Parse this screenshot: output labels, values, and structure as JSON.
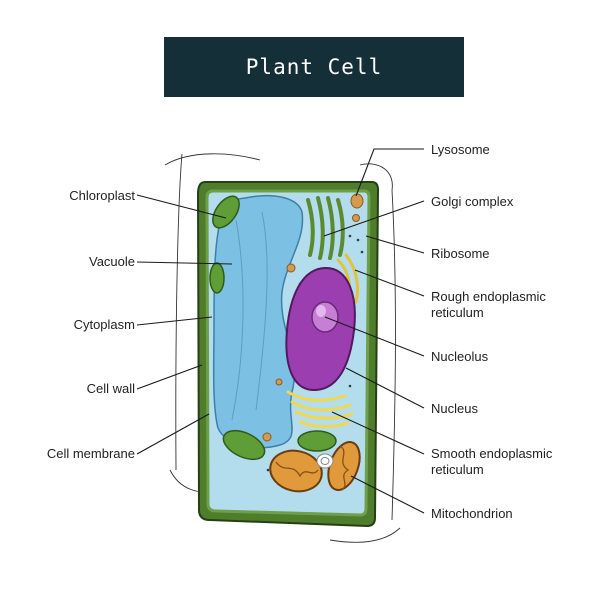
{
  "title": "Plant Cell",
  "labels": {
    "chloroplast": "Chloroplast",
    "vacuole": "Vacuole",
    "cytoplasm": "Cytoplasm",
    "cell_wall": "Cell wall",
    "cell_membrane": "Cell membrane",
    "lysosome": "Lysosome",
    "golgi_complex": "Golgi complex",
    "ribosome": "Ribosome",
    "rough_er_line1": "Rough endoplasmic",
    "rough_er_line2": "reticulum",
    "nucleolus": "Nucleolus",
    "nucleus": "Nucleus",
    "smooth_er_line1": "Smooth endoplasmic",
    "smooth_er_line2": "reticulum",
    "mitochondrion": "Mitochondrion"
  },
  "colors": {
    "title_bg": "#142f38",
    "cell_wall": "#4f7d2c",
    "cytoplasm": "#b3dcec",
    "vacuole": "#7cc1e3",
    "nucleus": "#9b3fb0",
    "nucleolus": "#c77fd6",
    "chloroplast": "#5f9d36",
    "mitochondrion": "#e09a3c",
    "golgi": "#9ac25a",
    "smooth_er": "#f2d84a"
  }
}
